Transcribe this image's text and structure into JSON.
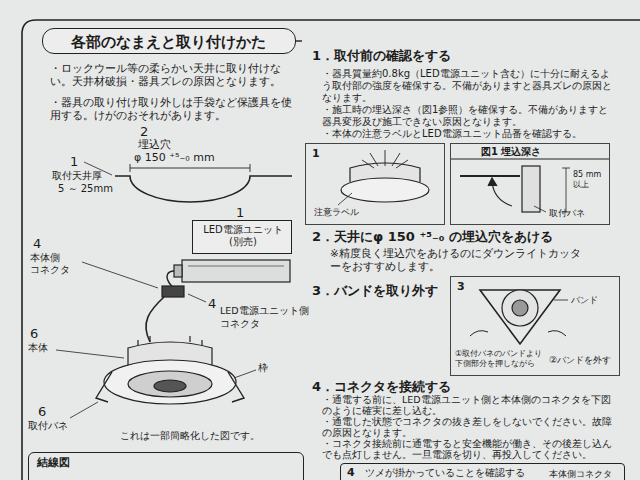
{
  "diagram": {
    "nodes": [
      {
        "text": [
          "各部のなまえと取り付けかた"
        ]
      },
      {
        "text": [
          "LED電源ユニット (別売)"
        ]
      },
      {
        "text": [
          "1",
          "注意ラベル"
        ]
      },
      {
        "text": [
          "図1 埋込深さ",
          "85 mm 以上",
          "取付バネ"
        ]
      },
      {
        "text": [
          "3",
          "バンド",
          "①取付バネのバンドより下側部分を押しながら",
          "②バンドを外す"
        ]
      },
      {
        "text": [
          "結線図"
        ]
      },
      {
        "text": [
          "4",
          "ツメが掛かっていることを確認する",
          "本体側コネクタ"
        ]
      }
    ],
    "labels": [
      "・ロックウール等の柔らかい天井に取り付けない。天井材破損・器具ズレの原因となります。",
      "・器具の取り付け取り外しは手袋など保護具を使用する。けがのおそれがあります。",
      "2",
      "埋込穴",
      "φ 150 ⁺⁵₋₀ mm",
      "1",
      "取付天井厚",
      "5 ～ 25mm",
      "1",
      "4",
      "本体側",
      "コネクタ",
      "4",
      "LED電源ユニット側",
      "コネクタ",
      "6",
      "本体",
      "枠",
      "6",
      "取付バネ",
      "これは一部簡略化した図です。",
      "1．取付前の確認をする",
      "・器具質量約0.8kg（LED電源ユニット含む）に十分に耐えるよう取付部の強度を確保する。不備がありますと器具ズレの原因となります。",
      "・施工時の埋込深さ（図1参照）を確保する。不備がありますと器具変形及び施工できない原因となります。",
      "・本体の注意ラベルとLED電源ユニット品番を確認する。",
      "2．天井にφ 150 ⁺⁵₋₀ の埋込穴をあける",
      "※精度良く埋込穴をあけるのにダウンライトカッターをおすすめします。",
      "3．バンドを取り外す",
      "4．コネクタを接続する",
      "・通電する前に、LED電源ユニット側と本体側のコネクタを下図のように確実に差し込む。",
      "・通電した状態でコネクタの抜き差しをしないでください。故障の原因となります。",
      "・コネクタ接続前に通電すると安全機能が働き、その後差し込んでも点灯しません。一旦電源を切り、再投入してください。"
    ]
  }
}
